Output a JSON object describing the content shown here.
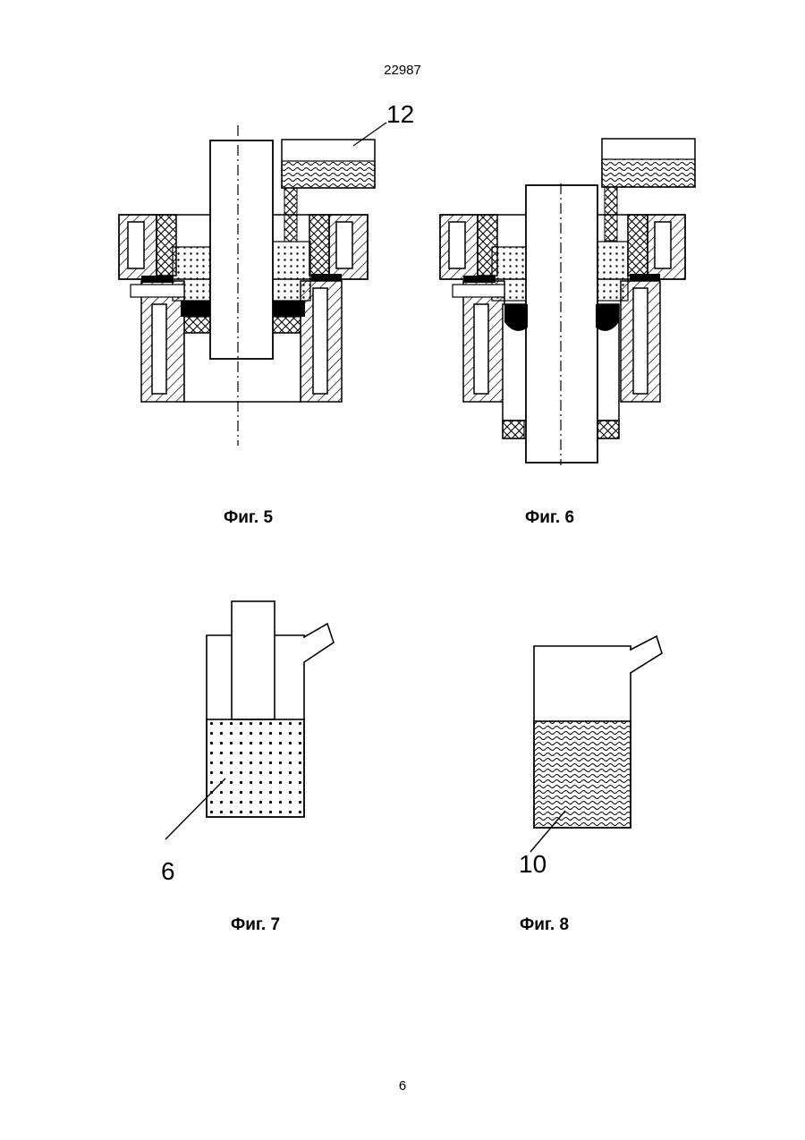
{
  "header": {
    "doc_number": "22987"
  },
  "footer": {
    "page_number": "6"
  },
  "figures": {
    "fig5": {
      "caption": "Фиг. 5",
      "callout": "12"
    },
    "fig6": {
      "caption": "Фиг. 6"
    },
    "fig7": {
      "caption": "Фиг. 7",
      "callout": "6"
    },
    "fig8": {
      "caption": "Фиг. 8",
      "callout": "10"
    }
  }
}
